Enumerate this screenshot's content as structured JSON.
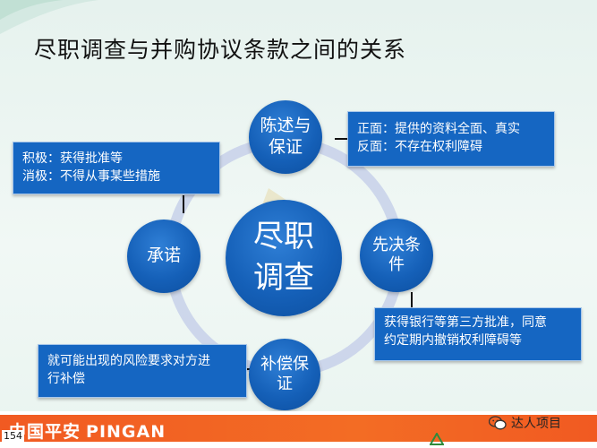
{
  "slide": {
    "title": "尽职调查与并购协议条款之间的关系",
    "center": {
      "line1": "尽职",
      "line2": "调查"
    },
    "nodes": {
      "top": {
        "line1": "陈述与",
        "line2": "保证"
      },
      "left": {
        "line1": "承诺"
      },
      "right": {
        "line1": "先决条",
        "line2": "件"
      },
      "bottom": {
        "line1": "补偿保",
        "line2": "证"
      }
    },
    "notes": {
      "top_left": {
        "line1": "积极：获得批准等",
        "line2": "消极：不得从事某些措施"
      },
      "top_right": {
        "line1": "正面：提供的资料全面、真实",
        "line2": "反面：不存在权利障碍"
      },
      "bottom_right": {
        "line1": "获得银行等第三方批准，同意",
        "line2": "约定期内撤销权利障碍等"
      },
      "bottom_left": {
        "line1": "就可能出现的风险要求对方进",
        "line2": "行补偿"
      }
    },
    "page_number": "154"
  },
  "footer": {
    "logo_cn": "中国平安",
    "logo_en": "PINGAN",
    "wechat_account": "达人项目",
    "wechat_icon": "wechat-icon"
  },
  "colors": {
    "bubble_blue": "#1560b8",
    "note_blue": "#1566c2",
    "footer_orange": "#f15a22",
    "background": "#e6f2ee"
  }
}
